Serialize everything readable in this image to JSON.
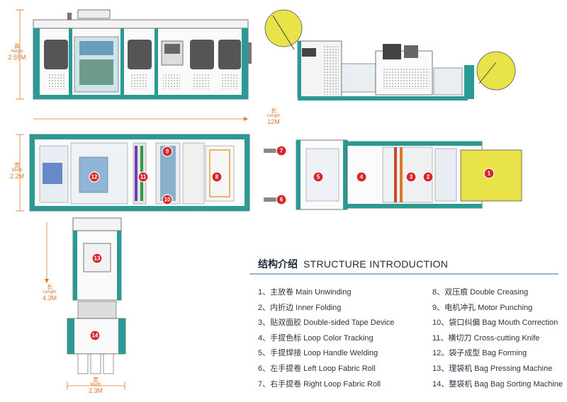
{
  "dimensions": {
    "height": {
      "zh": "高",
      "en": "Height",
      "value": "2.55M"
    },
    "length_main": {
      "zh": "长",
      "en": "Length",
      "value": "12M"
    },
    "width_main": {
      "zh": "宽",
      "en": "Width",
      "value": "2.2M"
    },
    "length_sub": {
      "zh": "长",
      "en": "Length",
      "value": "4.3M"
    },
    "width_sub": {
      "zh": "宽",
      "en": "Width",
      "value": "2.3M"
    }
  },
  "legend": {
    "title_zh": "结构介绍",
    "title_en": "STRUCTURE INTRODUCTION",
    "items_left": [
      "1、主放卷 Main Unwinding",
      "2、内折边 Inner Folding",
      "3、贴双面胶 Double-sided Tape Device",
      "4、手提色标 Loop Color Tracking",
      "5、手提焊接 Loop Handle Welding",
      "6、左手提卷 Left Loop Fabric Roll",
      "7、右手提卷 Right Loop Fabric Roll"
    ],
    "items_right": [
      "8、双压痕 Double Creasing",
      "9、电机冲孔 Motor Punching",
      "10、袋口纠偏 Bag Mouth Correction",
      "11、横切刀 Cross-cutting Knife",
      "12、袋子成型 Bag Forming",
      "13、理袋机 Bag Pressing Machine",
      "14、整袋机 Bag Bag Sorting Machine"
    ]
  },
  "callouts": [
    "1",
    "2",
    "3",
    "4",
    "5",
    "6",
    "7",
    "8",
    "9",
    "10",
    "11",
    "12",
    "13",
    "14"
  ],
  "colors": {
    "frame": "#2b9a94",
    "accent": "#d9772b",
    "callout": "#d6262a",
    "roll": "#e9e34a",
    "title": "#1e2a38"
  }
}
